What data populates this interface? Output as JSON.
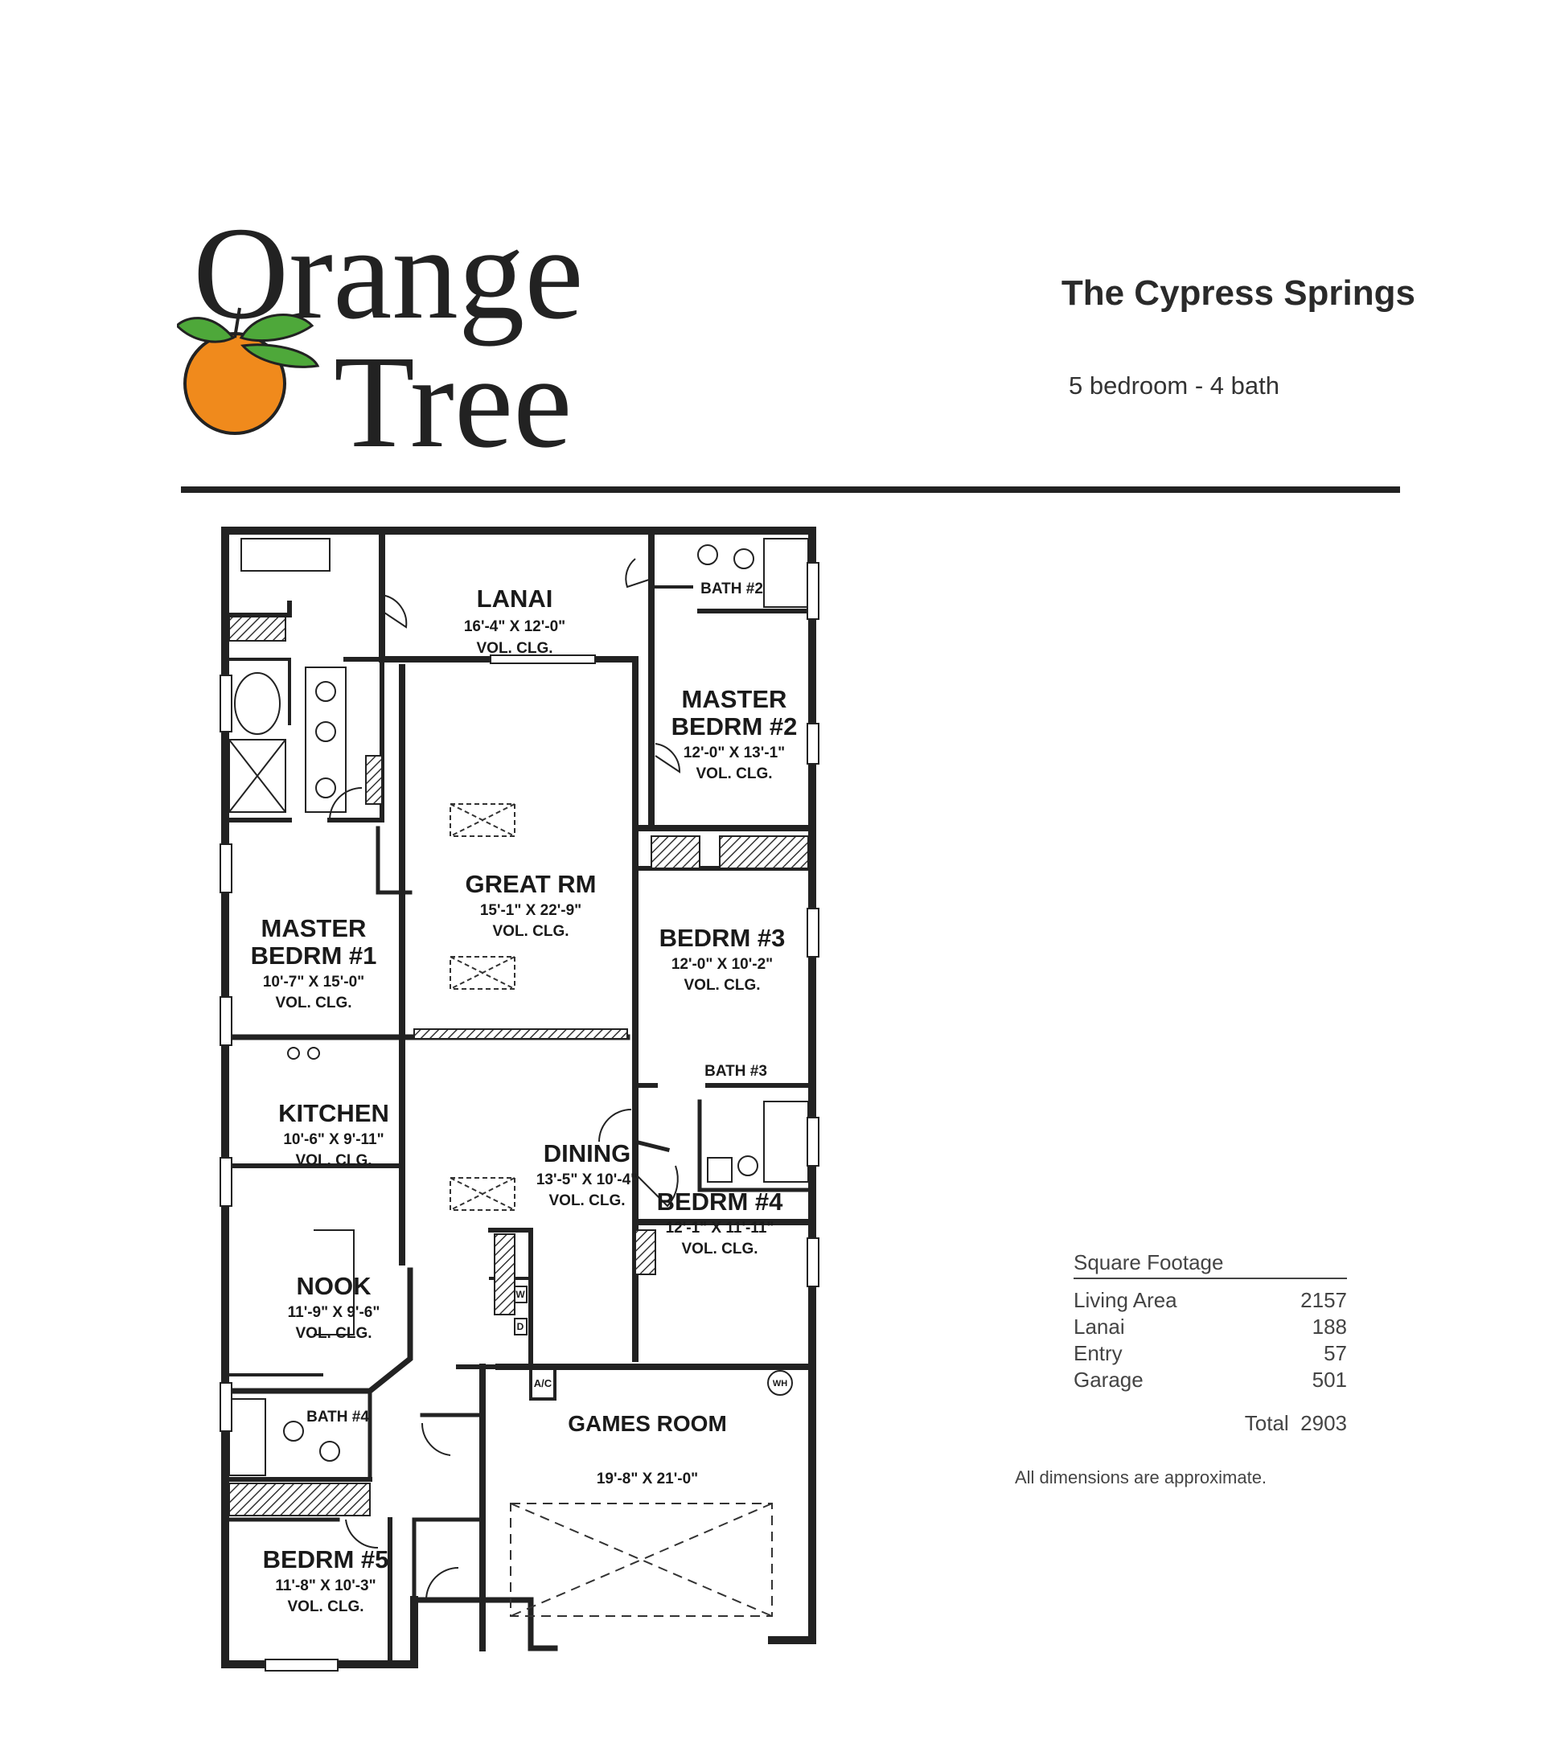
{
  "header": {
    "logo_text_line1": "Orange",
    "logo_text_line2": "Tree",
    "title": "The Cypress Springs",
    "subtitle": "5 bedroom - 4 bath"
  },
  "rooms": {
    "lanai": {
      "name": "LANAI",
      "dims": "16'-4\" X 12'-0\"",
      "ceiling": "VOL. CLG."
    },
    "master2": {
      "name1": "MASTER",
      "name2": "BEDRM #2",
      "dims": "12'-0\" X 13'-1\"",
      "ceiling": "VOL. CLG."
    },
    "bath2": {
      "name": "BATH #2"
    },
    "great": {
      "name": "GREAT RM",
      "dims": "15'-1\" X 22'-9\"",
      "ceiling": "VOL. CLG."
    },
    "master1": {
      "name1": "MASTER",
      "name2": "BEDRM #1",
      "dims": "10'-7\" X 15'-0\"",
      "ceiling": "VOL. CLG."
    },
    "bedrm3": {
      "name": "BEDRM #3",
      "dims": "12'-0\" X 10'-2\"",
      "ceiling": "VOL. CLG."
    },
    "bath3": {
      "name": "BATH #3"
    },
    "kitchen": {
      "name": "KITCHEN",
      "dims": "10'-6\" X 9'-11\"",
      "ceiling": "VOL. CLG."
    },
    "dining": {
      "name": "DINING",
      "dims": "13'-5\" X 10'-4\"",
      "ceiling": "VOL. CLG."
    },
    "bedrm4": {
      "name": "BEDRM #4",
      "dims": "12'-1\" X 11'-11\"",
      "ceiling": "VOL. CLG."
    },
    "nook": {
      "name": "NOOK",
      "dims": "11'-9\" X 9'-6\"",
      "ceiling": "VOL. CLG."
    },
    "bath4": {
      "name": "BATH #4"
    },
    "games": {
      "name": "GAMES ROOM",
      "dims": "19'-8\" X 21'-0\""
    },
    "bedrm5": {
      "name": "BEDRM #5",
      "dims": "11'-8\" X 10'-3\"",
      "ceiling": "VOL. CLG."
    },
    "ac": "A/C",
    "wh": "WH",
    "washer": "W",
    "dryer": "D"
  },
  "square_footage": {
    "heading": "Square Footage",
    "rows": [
      {
        "label": "Living Area",
        "value": "2157"
      },
      {
        "label": "Lanai",
        "value": "188"
      },
      {
        "label": "Entry",
        "value": "57"
      },
      {
        "label": "Garage",
        "value": "501"
      }
    ],
    "total_label": "Total",
    "total_value": "2903"
  },
  "note": "All dimensions are approximate.",
  "colors": {
    "orange": "#f08a1c",
    "leaf": "#4ea83a",
    "ink": "#222222"
  }
}
